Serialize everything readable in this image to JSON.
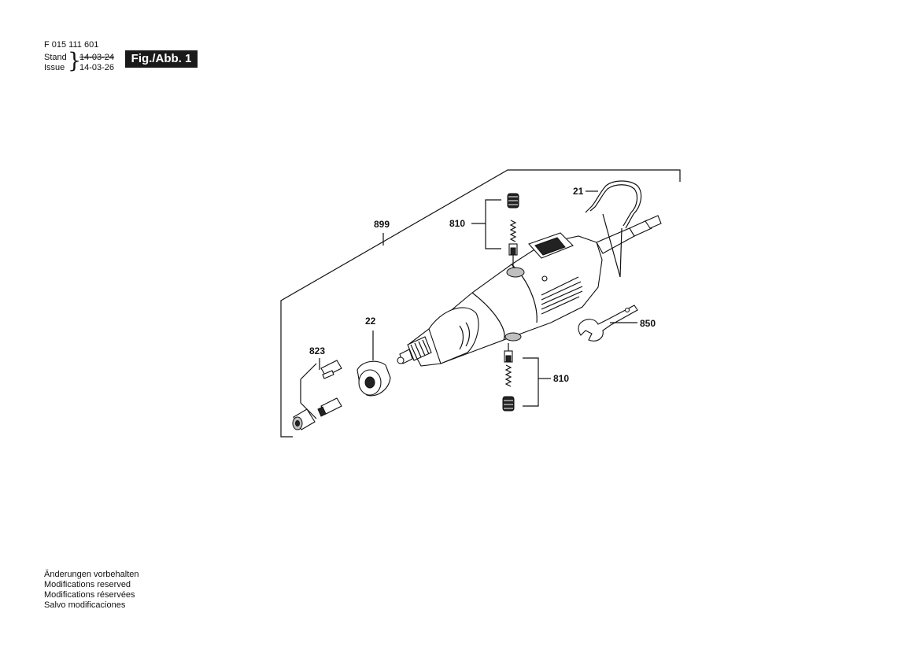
{
  "header": {
    "part_number": "F 015 111 601",
    "stand_label": "Stand",
    "issue_label": "Issue",
    "old_date": "14-03-24",
    "new_date": "14-03-26",
    "figure_label": "Fig./Abb. 1"
  },
  "callouts": {
    "assembly": "899",
    "clip": "21",
    "brushes_top": "810",
    "brushes_bottom": "810",
    "flange": "22",
    "collet_set": "823",
    "wrench": "850"
  },
  "footer": {
    "lines": [
      "Änderungen vorbehalten",
      "Modifications reserved",
      "Modifications réservées",
      "Salvo modificaciones"
    ]
  }
}
